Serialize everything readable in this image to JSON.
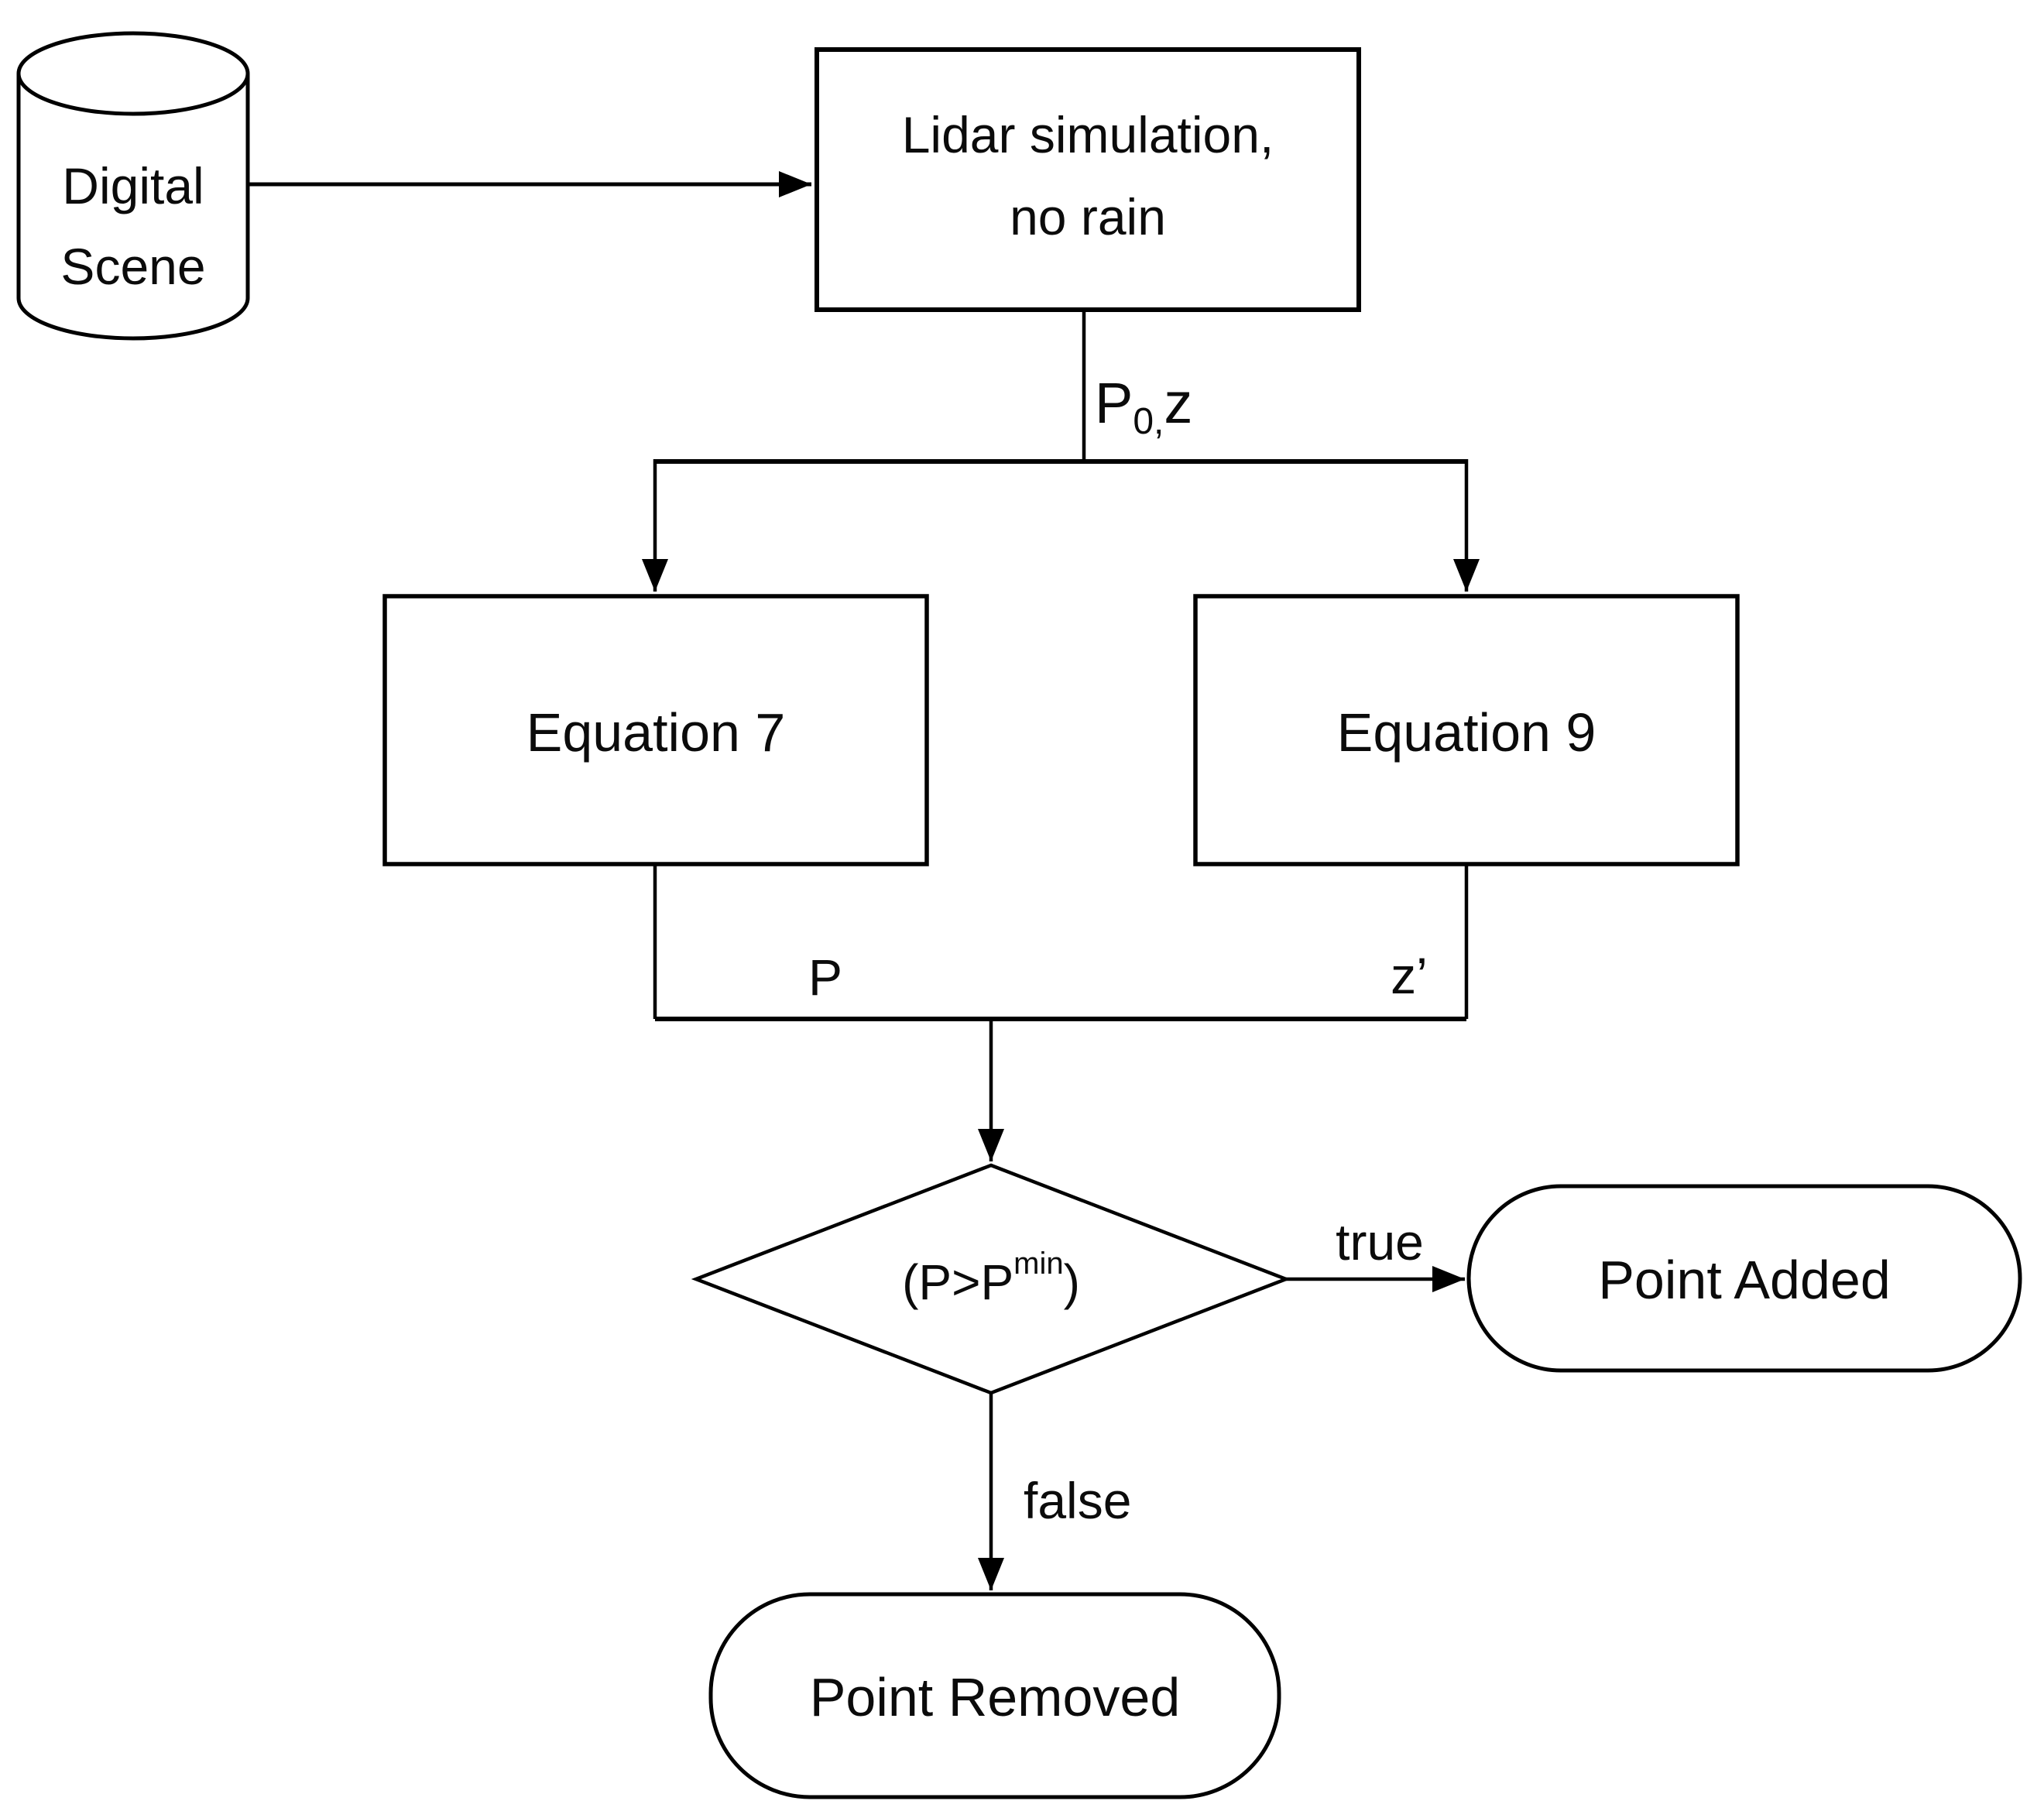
{
  "flowchart": {
    "background": "#ffffff",
    "stroke_color": "#000000",
    "text_color": "#0b0b0b",
    "nodes": {
      "digital_scene": {
        "shape": "cylinder",
        "line1": "Digital",
        "line2": "Scene"
      },
      "lidar_simulation": {
        "shape": "rectangle",
        "line1": "Lidar simulation,",
        "line2": "no rain"
      },
      "equation_7": {
        "shape": "rectangle",
        "label": "Equation 7"
      },
      "equation_9": {
        "shape": "rectangle",
        "label": "Equation 9"
      },
      "decision": {
        "shape": "diamond",
        "prefix": "(P>P",
        "superscript": "min",
        "suffix": ")"
      },
      "point_added": {
        "shape": "stadium",
        "label": "Point Added"
      },
      "point_removed": {
        "shape": "stadium",
        "label": "Point Removed"
      }
    },
    "edges": {
      "sim_output": {
        "base": "P",
        "subscript": "0,",
        "tail": "z"
      },
      "eq7_output": {
        "label": "P"
      },
      "eq9_output": {
        "label": "z’"
      },
      "decision_true": {
        "label": "true"
      },
      "decision_false": {
        "label": "false"
      }
    }
  }
}
